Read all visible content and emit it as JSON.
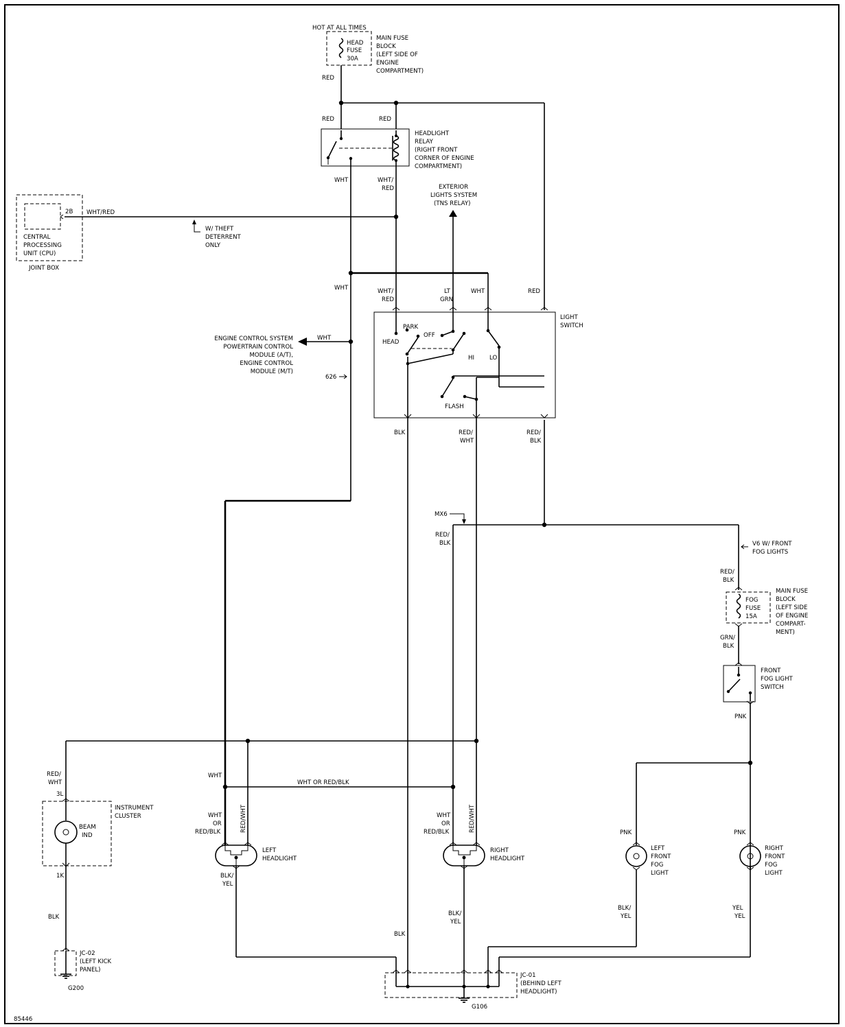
{
  "hot_at_all_times": "HOT AT ALL TIMES",
  "head_fuse": [
    "HEAD",
    "FUSE",
    "30A"
  ],
  "main_fuse_block_top": [
    "MAIN FUSE",
    "BLOCK",
    "(LEFT SIDE OF",
    "ENGINE",
    "COMPARTMENT)"
  ],
  "wires": {
    "red": "RED",
    "wht": "WHT",
    "wht_red": [
      "WHT/",
      "RED"
    ],
    "wht_red_inline": "WHT/RED",
    "lt_grn": [
      "LT",
      "GRN"
    ],
    "blk": "BLK",
    "red_wht": [
      "RED/",
      "WHT"
    ],
    "red_blk": [
      "RED/",
      "BLK"
    ],
    "blk_yel": [
      "BLK/",
      "YEL"
    ],
    "grn_blk": [
      "GRN/",
      "BLK"
    ],
    "pnk": "PNK",
    "wht_or_red_blk": "WHT OR RED/BLK",
    "wht_or_red_blk_stack": [
      "WHT",
      "OR",
      "RED/BLK"
    ],
    "red_wht_vertical": "RED/WHT"
  },
  "headlight_relay": [
    "HEADLIGHT",
    "RELAY",
    "(RIGHT FRONT",
    "CORNER OF ENGINE",
    "COMPARTMENT)"
  ],
  "exterior_lights": [
    "EXTERIOR",
    "LIGHTS SYSTEM",
    "(TNS RELAY)"
  ],
  "cpu": {
    "pin": "2B",
    "label": [
      "CENTRAL",
      "PROCESSING",
      "UNIT (CPU)"
    ],
    "joint_box": "JOINT BOX"
  },
  "theft_note": [
    "W/ THEFT",
    "DETERRENT",
    "ONLY"
  ],
  "light_switch": {
    "title": [
      "LIGHT",
      "SWITCH"
    ],
    "positions": {
      "park": "PARK",
      "head": "HEAD",
      "off": "OFF",
      "hi": "HI",
      "lo": "LO",
      "flash": "FLASH"
    }
  },
  "engine_control": [
    "ENGINE CONTROL SYSTEM",
    "POWERTRAIN CONTROL",
    "MODULE (A/T),",
    "ENGINE CONTROL",
    "MODULE (M/T)"
  ],
  "wire_626": "626",
  "mx6": "MX6",
  "v6_note": [
    "V6 W/ FRONT",
    "FOG LIGHTS"
  ],
  "fog_fuse": [
    "FOG",
    "FUSE",
    "15A"
  ],
  "main_fuse_block_fog": [
    "MAIN FUSE",
    "BLOCK",
    "(LEFT SIDE",
    "OF ENGINE",
    "COMPART-",
    "MENT)"
  ],
  "fog_switch": [
    "FRONT",
    "FOG LIGHT",
    "SWITCH"
  ],
  "instrument_cluster": {
    "label": [
      "INSTRUMENT",
      "CLUSTER"
    ],
    "pin_top": "3L",
    "pin_bottom": "1K",
    "beam": [
      "BEAM",
      "IND"
    ]
  },
  "left_headlight": [
    "LEFT",
    "HEADLIGHT"
  ],
  "right_headlight": [
    "RIGHT",
    "HEADLIGHT"
  ],
  "left_fog": [
    "LEFT",
    "FRONT",
    "FOG",
    "LIGHT"
  ],
  "right_fog": [
    "RIGHT",
    "FRONT",
    "FOG",
    "LIGHT"
  ],
  "jc02": [
    "JC-02",
    "(LEFT KICK",
    "PANEL)"
  ],
  "g200": "G200",
  "jc01": [
    "JC-01",
    "(BEHIND LEFT",
    "HEADLIGHT)"
  ],
  "g106": "G106",
  "figure_number": "85446"
}
